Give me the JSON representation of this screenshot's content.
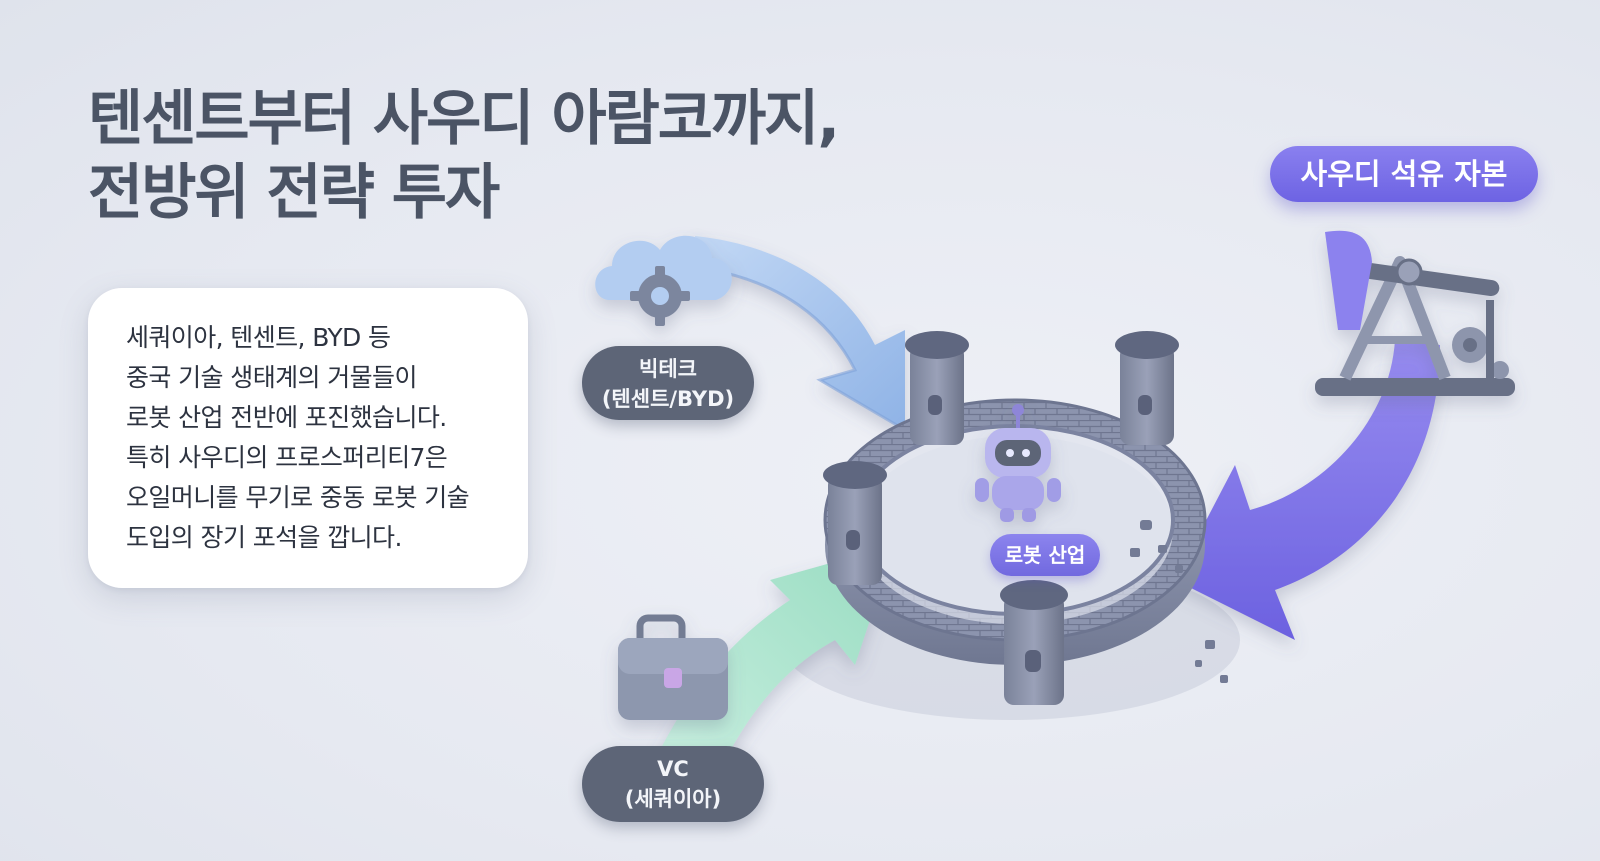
{
  "title": {
    "line1": "텐센트부터 사우디 아람코까지,",
    "line2": "전방위 전략 투자"
  },
  "card": {
    "lines": [
      "세쿼이아, 텐센트, BYD 등",
      "중국 기술 생태계의 거물들이",
      "로봇 산업 전반에 포진했습니다.",
      "특히 사우디의 프로스퍼리티7은",
      "오일머니를 무기로 중동 로봇 기술",
      "도입의 장기 포석을 깝니다."
    ]
  },
  "labels": {
    "bigtech": {
      "line1": "빅테크",
      "line2": "(텐센트/BYD)"
    },
    "vc": {
      "line1": "VC",
      "line2": "(세쿼이아)"
    },
    "saudi": "사우디 석유 자본",
    "robot": "로봇 산업"
  },
  "colors": {
    "bigtech_arrow": "#a9c7ef",
    "vc_arrow": "#a8e3cc",
    "saudi_arrow": "#7d72e8",
    "castle": "#8790ab",
    "label_pill": "#5d6577",
    "accent_pill": "#7a70ea"
  },
  "icons": [
    "cloud-gear-icon",
    "briefcase-icon",
    "oil-pump-icon",
    "robot-icon",
    "castle-wall-icon"
  ]
}
